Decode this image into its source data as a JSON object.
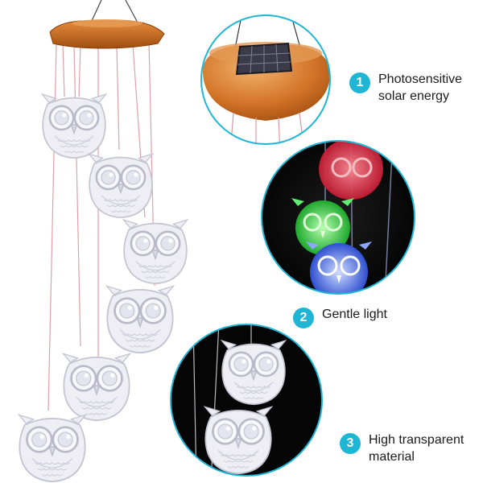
{
  "colors": {
    "badge": "#1fb6d6",
    "circle_border": "#1fb6d6",
    "hat_orange": "#c8651c",
    "owl_fill": "#eeeef4",
    "owl_stroke": "#c9c9d6",
    "string_pink": "#e0a0a8"
  },
  "features": [
    {
      "number": "1",
      "text": "Photosensitive\nsolar energy"
    },
    {
      "number": "2",
      "text": "Gentle light"
    },
    {
      "number": "3",
      "text": "High transparent\nmaterial"
    }
  ],
  "glow_colors": [
    "#e8364a",
    "#36d848",
    "#4f7df0"
  ]
}
